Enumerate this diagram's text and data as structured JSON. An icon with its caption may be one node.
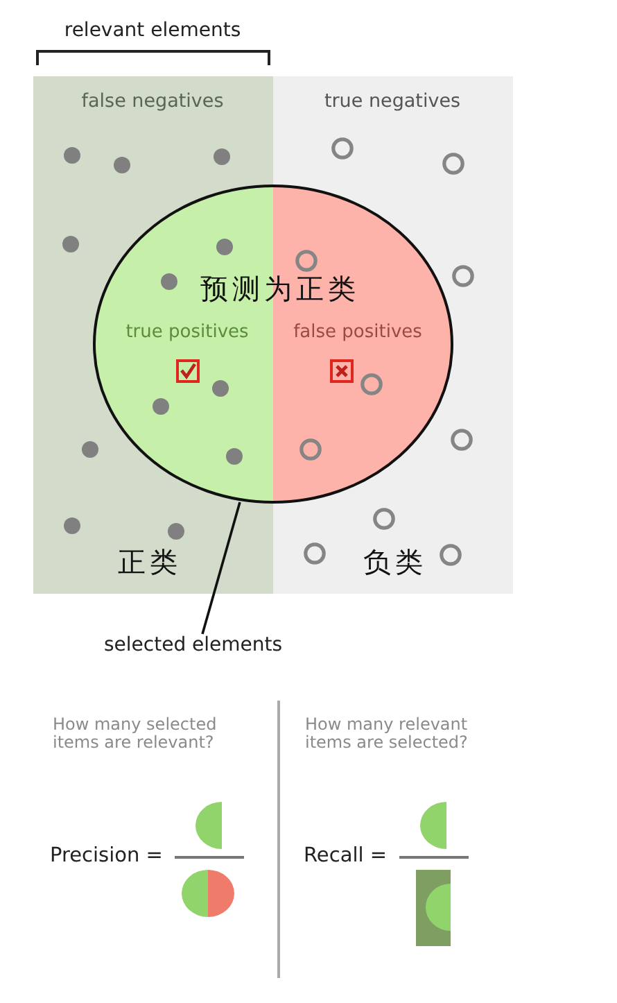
{
  "diagram": {
    "nodes": [
      {
        "text": [
          "false negatives",
          "正类"
        ]
      },
      {
        "text": [
          "true negatives",
          "负类"
        ]
      },
      {
        "text": [
          "预测为正类",
          "true positives",
          "false positives"
        ]
      },
      {
        "text": [
          "selected elements"
        ]
      }
    ],
    "edges": [
      {
        "from": 3,
        "to": 2,
        "arrow": "none"
      }
    ],
    "labels": [
      "relevant elements",
      "How many selected items are relevant?",
      "Precision =",
      "How many relevant items are selected?",
      "Recall ="
    ]
  }
}
